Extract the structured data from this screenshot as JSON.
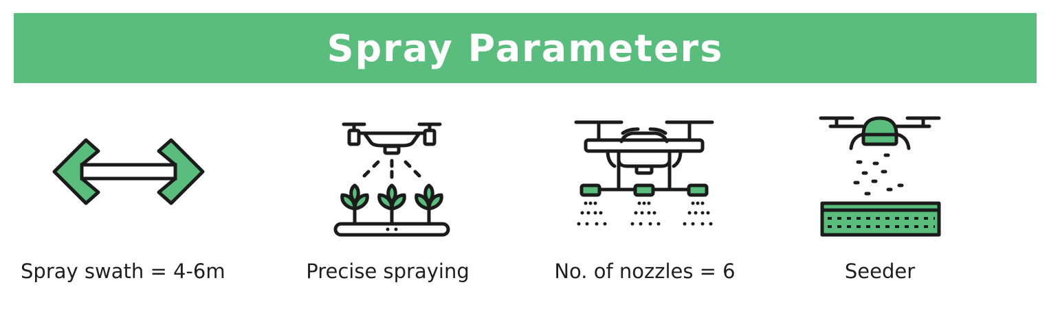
{
  "title": "Spray Parameters",
  "colors": {
    "banner": "#5bbd7d",
    "accent": "#5bbd7d",
    "ink": "#1b1b1b"
  },
  "items": [
    {
      "icon": "double-arrow-icon",
      "caption": "Spray swath = 4-6m"
    },
    {
      "icon": "drone-spraying-crops-icon",
      "caption": "Precise spraying"
    },
    {
      "icon": "drone-nozzles-icon",
      "caption": "No. of nozzles = 6"
    },
    {
      "icon": "seeder-drone-icon",
      "caption": "Seeder"
    }
  ]
}
